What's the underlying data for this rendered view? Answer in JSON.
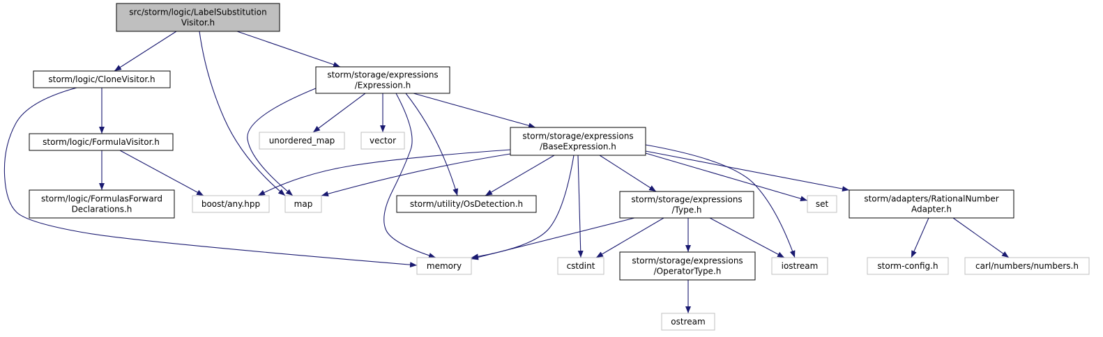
{
  "diagram": {
    "colors": {
      "edge": "#191970",
      "root_fill": "#bfbfbf",
      "node_border": "#000000",
      "external_border": "#bfbfbf",
      "node_fill": "#ffffff",
      "text": "#000000"
    },
    "nodes": [
      {
        "id": "label_substitution_visitor",
        "kind": "root",
        "lines": [
          "src/storm/logic/LabelSubstitution",
          "Visitor.h"
        ]
      },
      {
        "id": "clone_visitor",
        "kind": "header",
        "lines": [
          "storm/logic/CloneVisitor.h"
        ]
      },
      {
        "id": "expression",
        "kind": "header",
        "lines": [
          "storm/storage/expressions",
          "/Expression.h"
        ]
      },
      {
        "id": "formula_visitor",
        "kind": "header",
        "lines": [
          "storm/logic/FormulaVisitor.h"
        ]
      },
      {
        "id": "unordered_map",
        "kind": "external",
        "lines": [
          "unordered_map"
        ]
      },
      {
        "id": "vector",
        "kind": "external",
        "lines": [
          "vector"
        ]
      },
      {
        "id": "base_expression",
        "kind": "header",
        "lines": [
          "storm/storage/expressions",
          "/BaseExpression.h"
        ]
      },
      {
        "id": "formulas_forward",
        "kind": "header",
        "lines": [
          "storm/logic/FormulasForward",
          "Declarations.h"
        ]
      },
      {
        "id": "boost_any",
        "kind": "external",
        "lines": [
          "boost/any.hpp"
        ]
      },
      {
        "id": "map",
        "kind": "external",
        "lines": [
          "map"
        ]
      },
      {
        "id": "os_detection",
        "kind": "header",
        "lines": [
          "storm/utility/OsDetection.h"
        ]
      },
      {
        "id": "type",
        "kind": "header",
        "lines": [
          "storm/storage/expressions",
          "/Type.h"
        ]
      },
      {
        "id": "set",
        "kind": "external",
        "lines": [
          "set"
        ]
      },
      {
        "id": "rational_number_adapter",
        "kind": "header",
        "lines": [
          "storm/adapters/RationalNumber",
          "Adapter.h"
        ]
      },
      {
        "id": "memory",
        "kind": "external",
        "lines": [
          "memory"
        ]
      },
      {
        "id": "cstdint",
        "kind": "external",
        "lines": [
          "cstdint"
        ]
      },
      {
        "id": "operator_type",
        "kind": "header",
        "lines": [
          "storm/storage/expressions",
          "/OperatorType.h"
        ]
      },
      {
        "id": "iostream",
        "kind": "external",
        "lines": [
          "iostream"
        ]
      },
      {
        "id": "storm_config",
        "kind": "external",
        "lines": [
          "storm-config.h"
        ]
      },
      {
        "id": "carl_numbers",
        "kind": "external",
        "lines": [
          "carl/numbers/numbers.h"
        ]
      },
      {
        "id": "ostream",
        "kind": "external",
        "lines": [
          "ostream"
        ]
      }
    ],
    "edges": [
      {
        "from": "label_substitution_visitor",
        "to": "clone_visitor"
      },
      {
        "from": "label_substitution_visitor",
        "to": "expression"
      },
      {
        "from": "label_substitution_visitor",
        "to": "map"
      },
      {
        "from": "clone_visitor",
        "to": "formula_visitor"
      },
      {
        "from": "clone_visitor",
        "to": "memory"
      },
      {
        "from": "formula_visitor",
        "to": "formulas_forward"
      },
      {
        "from": "formula_visitor",
        "to": "boost_any"
      },
      {
        "from": "expression",
        "to": "unordered_map"
      },
      {
        "from": "expression",
        "to": "vector"
      },
      {
        "from": "expression",
        "to": "base_expression"
      },
      {
        "from": "expression",
        "to": "map"
      },
      {
        "from": "expression",
        "to": "os_detection"
      },
      {
        "from": "expression",
        "to": "memory"
      },
      {
        "from": "base_expression",
        "to": "boost_any"
      },
      {
        "from": "base_expression",
        "to": "map"
      },
      {
        "from": "base_expression",
        "to": "os_detection"
      },
      {
        "from": "base_expression",
        "to": "memory"
      },
      {
        "from": "base_expression",
        "to": "cstdint"
      },
      {
        "from": "base_expression",
        "to": "type"
      },
      {
        "from": "base_expression",
        "to": "iostream"
      },
      {
        "from": "base_expression",
        "to": "set"
      },
      {
        "from": "base_expression",
        "to": "rational_number_adapter"
      },
      {
        "from": "type",
        "to": "memory"
      },
      {
        "from": "type",
        "to": "cstdint"
      },
      {
        "from": "type",
        "to": "operator_type"
      },
      {
        "from": "type",
        "to": "iostream"
      },
      {
        "from": "operator_type",
        "to": "ostream"
      },
      {
        "from": "rational_number_adapter",
        "to": "storm_config"
      },
      {
        "from": "rational_number_adapter",
        "to": "carl_numbers"
      }
    ]
  }
}
